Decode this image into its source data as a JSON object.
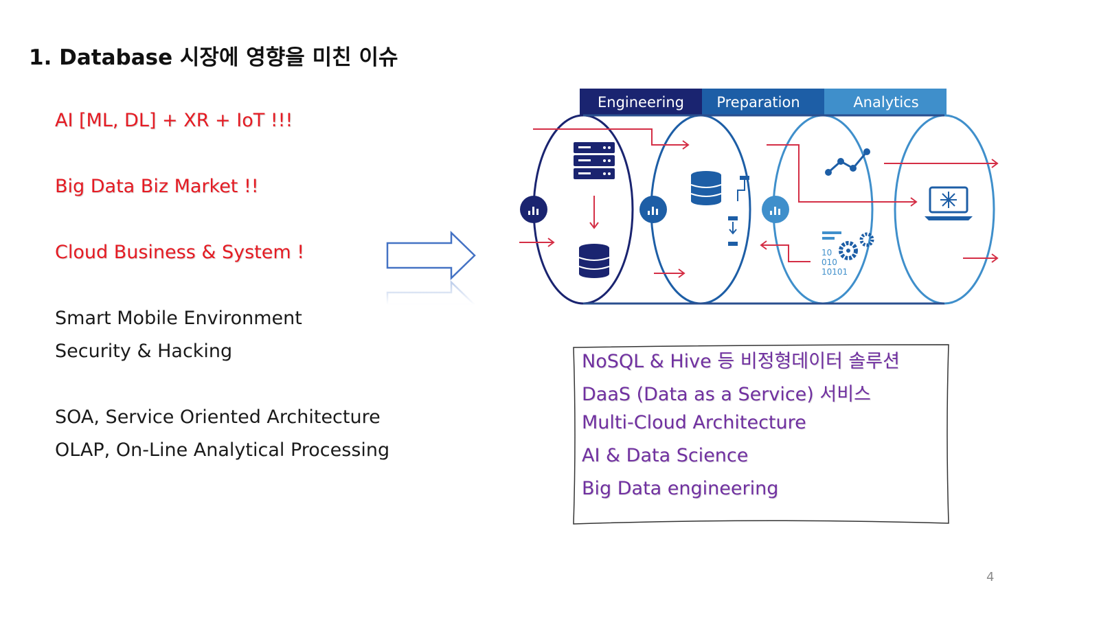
{
  "slide": {
    "title": "1. Database 시장에 영향을 미친 이슈",
    "page_number": "4"
  },
  "issues": [
    {
      "text": "AI [ML, DL] + XR  + IoT !!!",
      "color": "#e51b23"
    },
    {
      "text": "Big Data Biz Market !!",
      "color": "#e51b23"
    },
    {
      "text": "Cloud Business & System !",
      "color": "#e51b23"
    },
    {
      "text": "Smart Mobile Environment",
      "color": "#1a1a1a"
    },
    {
      "text": "Security & Hacking",
      "color": "#1a1a1a"
    },
    {
      "text": "SOA, Service Oriented Architecture",
      "color": "#1a1a1a"
    },
    {
      "text": "OLAP, On-Line Analytical Processing",
      "color": "#1a1a1a"
    }
  ],
  "pipeline": {
    "tabs": [
      {
        "label": "Engineering",
        "color": "#1a2470"
      },
      {
        "label": "Preparation",
        "color": "#1d5ea6"
      },
      {
        "label": "Analytics",
        "color": "#3f8fcb"
      }
    ],
    "binary_text": [
      "10",
      "010",
      "10101"
    ]
  },
  "solutions": [
    "NoSQL & Hive 등 비정형데이터 솔루션",
    "DaaS  (Data as a Service) 서비스",
    "Multi-Cloud Architecture",
    "AI & Data Science",
    "Big Data engineering"
  ],
  "colors": {
    "accent_red": "#e51b23",
    "solution_purple": "#7030a0",
    "arrow_blue": "#4472c4",
    "flow_red": "#d42e45"
  }
}
